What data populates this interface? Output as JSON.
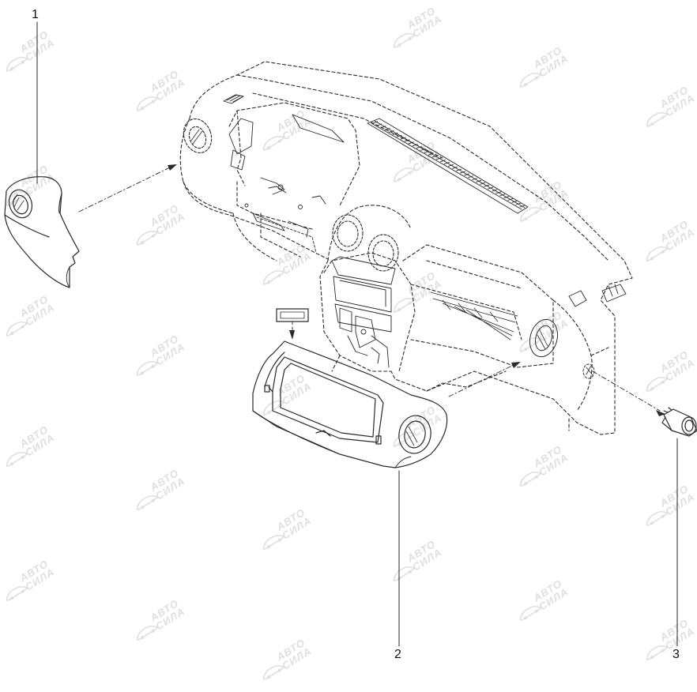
{
  "callouts": [
    {
      "id": "1",
      "label": "1"
    },
    {
      "id": "2",
      "label": "2"
    },
    {
      "id": "3",
      "label": "3"
    }
  ],
  "watermark": {
    "line1": "АВТО",
    "line2": "СИЛА",
    "logo_icon": "car-silhouette-icon",
    "color": "#dcdcdc"
  },
  "colors": {
    "line": "#2a2a2a",
    "background": "#ffffff"
  }
}
